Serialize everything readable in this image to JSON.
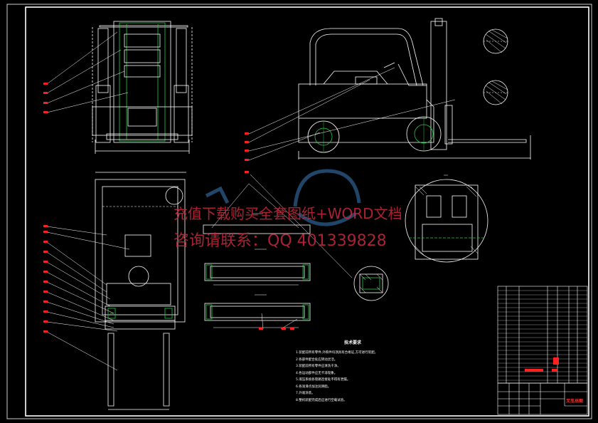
{
  "watermark": {
    "line1": "充值下载购买全套图纸+WORD文档",
    "line2": "咨询请联系：QQ 401339828"
  },
  "notes": {
    "title": "技术要求",
    "items": [
      "1.装配前所有零件,外购件均须具有合格证,方可进行装配。",
      "2.各部件配合处应转动灵活。",
      "3.装配前所有零件应清洗干净。",
      "4.各运动部件应无卡滞现象。",
      "5.液压系统各管路连接处不得有泄漏。",
      "6.各润滑点加注润滑脂。",
      "7.外观涂装。",
      "8.整机装配完成后应进行空载试验。"
    ]
  },
  "title_block": {
    "title": "叉车总图"
  },
  "colors": {
    "background": "#000000",
    "line": "#ffffff",
    "accent": "#ff2020",
    "green": "#22cc44",
    "watermark": "#c8283c"
  }
}
